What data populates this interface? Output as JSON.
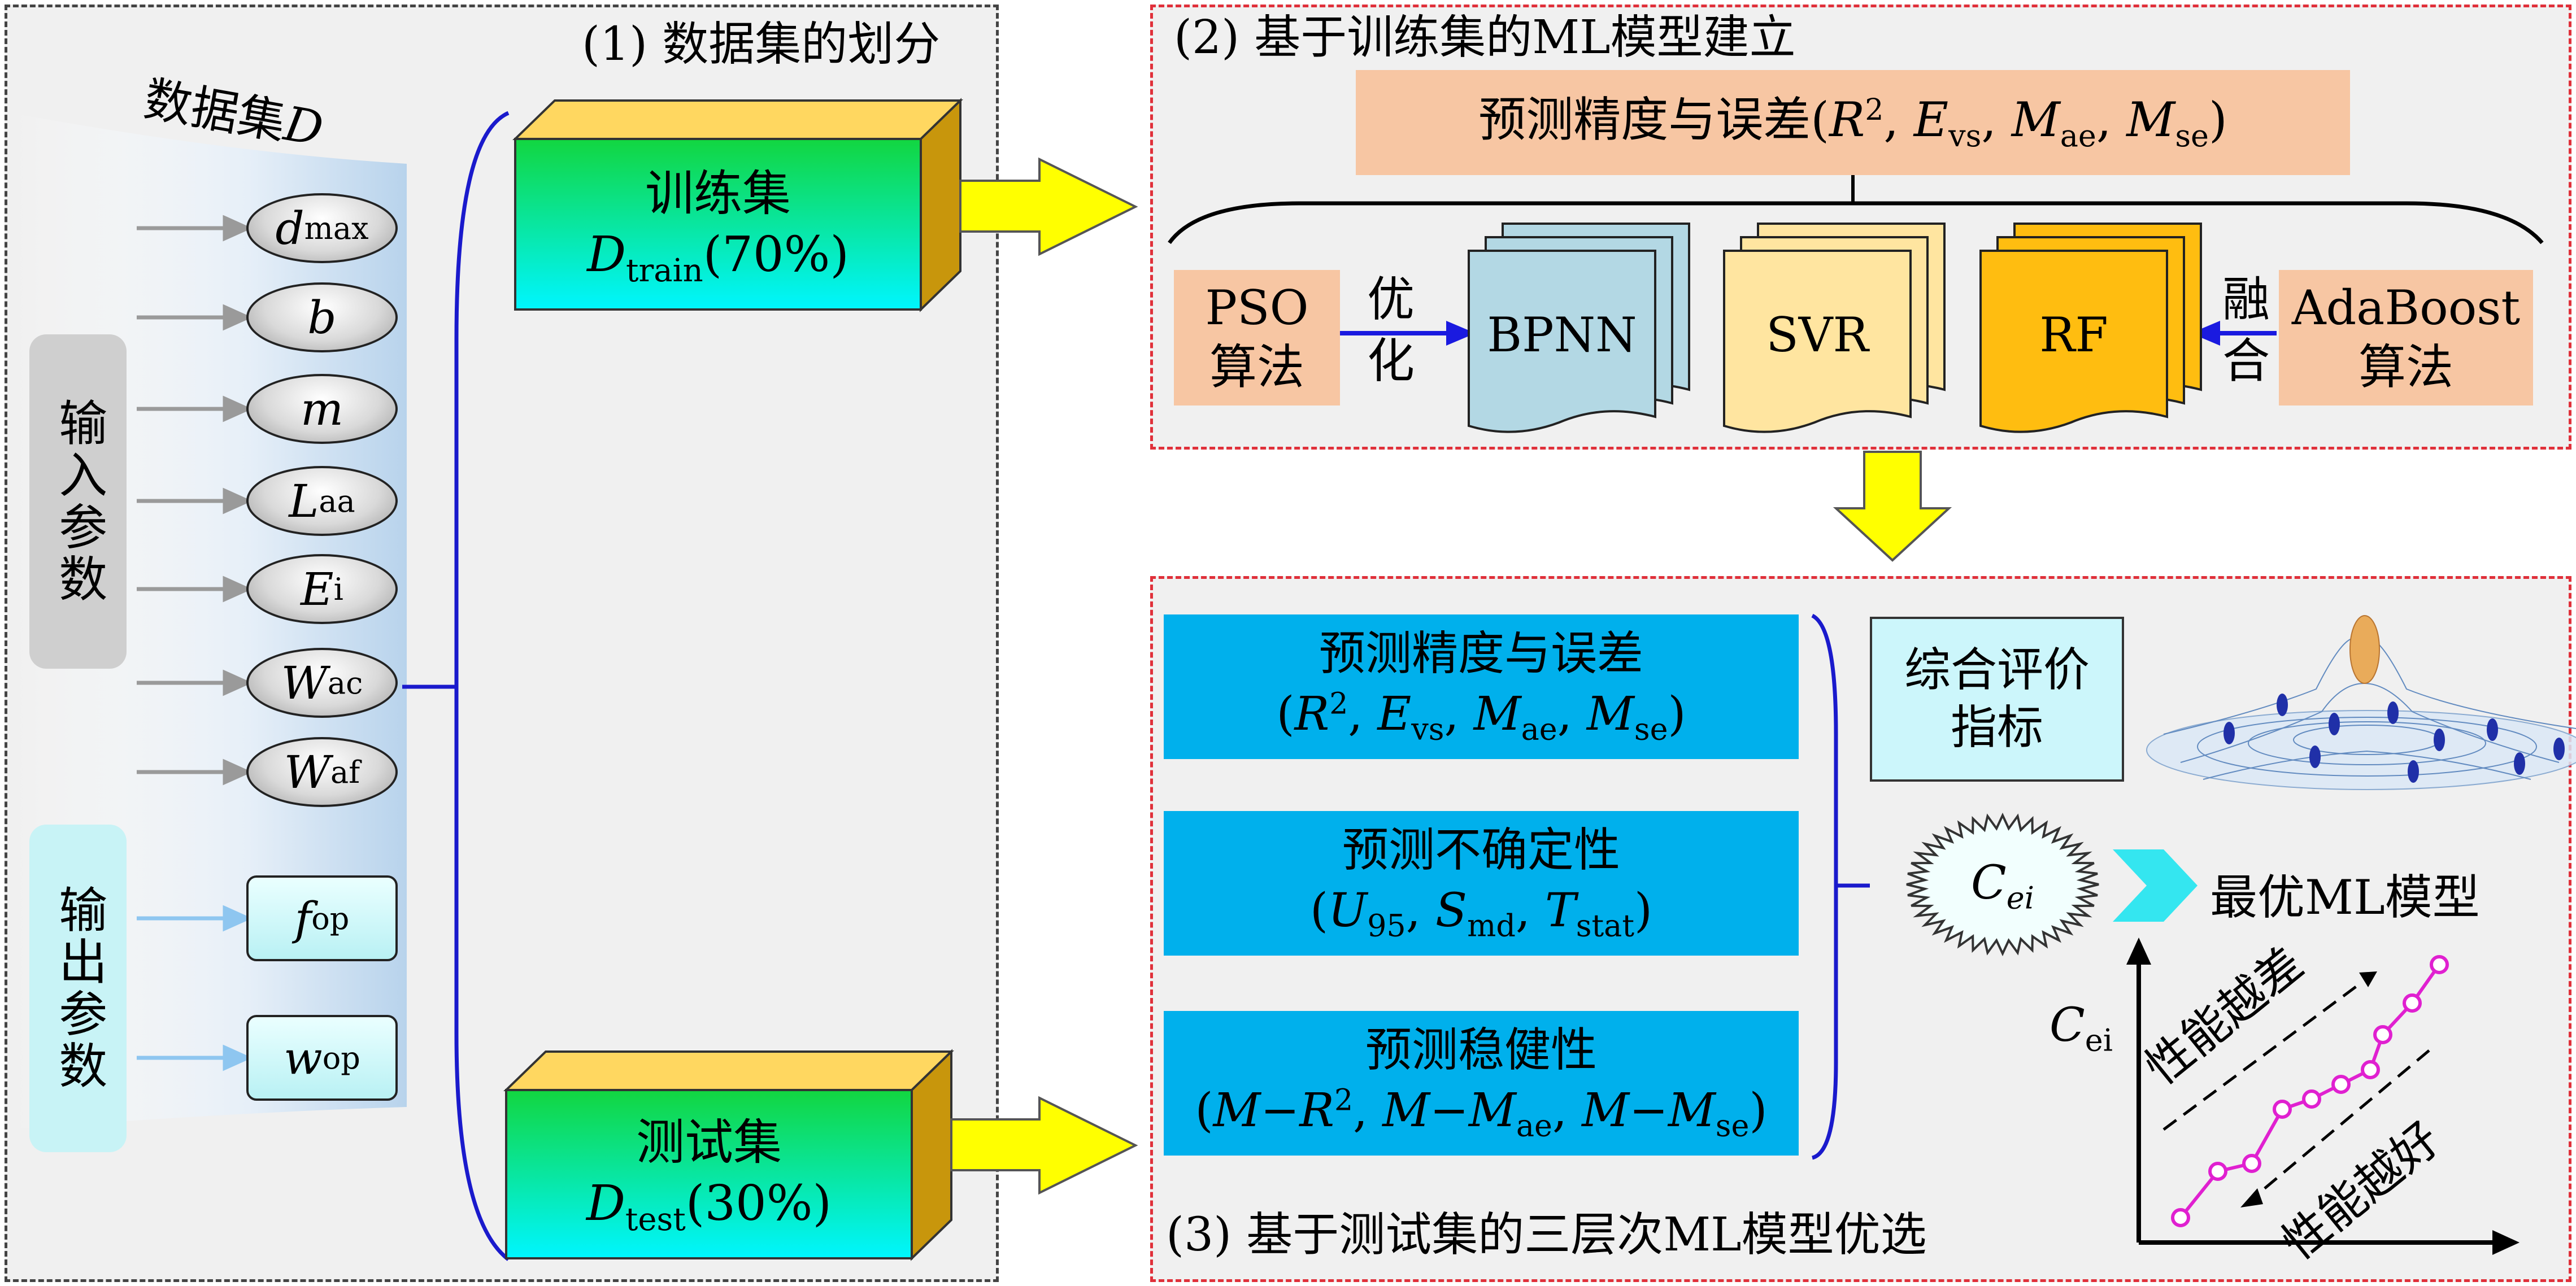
{
  "sections": {
    "split_title": "(1) 数据集的划分",
    "build_title": "(2) 基于训练集的ML模型建立",
    "select_title": "(3) 基于测试集的三层次ML模型优选"
  },
  "dataset": {
    "label": "数据集",
    "label_symbol": "D",
    "input_group": "输入参数",
    "output_group": "输出参数",
    "inputs": [
      {
        "sym": "d",
        "sub": "max"
      },
      {
        "sym": "b",
        "sub": ""
      },
      {
        "sym": "m",
        "sub": ""
      },
      {
        "sym": "L",
        "sub": "aa"
      },
      {
        "sym": "E",
        "sub": "i"
      },
      {
        "sym": "W",
        "sub": "ac"
      },
      {
        "sym": "W",
        "sub": "af"
      }
    ],
    "outputs": [
      {
        "sym": "f",
        "sub": "op"
      },
      {
        "sym": "w",
        "sub": "op"
      }
    ]
  },
  "train_set": {
    "name": "训练集",
    "sym": "D",
    "sub": "train",
    "pct": "(70%)"
  },
  "test_set": {
    "name": "测试集",
    "sym": "D",
    "sub": "test",
    "pct": "(30%)"
  },
  "build": {
    "metric_text": "预测精度与误差",
    "pso_line1": "PSO",
    "pso_line2": "算法",
    "optimize_line1": "优",
    "optimize_line2": "化",
    "models": [
      "BPNN",
      "SVR",
      "RF"
    ],
    "fuse_line1": "融",
    "fuse_line2": "合",
    "ada_line1": "AdaBoost",
    "ada_line2": "算法"
  },
  "selection": {
    "tier1_title": "预测精度与误差",
    "tier2_title": "预测不确定性",
    "tier3_title": "预测稳健性",
    "eval_line1": "综合评价",
    "eval_line2": "指标",
    "best_model": "最优ML模型",
    "cei_sym": "C",
    "cei_sub": "ei",
    "axis_label_sym": "C",
    "axis_label_sub": "ei",
    "worse": "性能越差",
    "better": "性能越好"
  },
  "colors": {
    "panel_bg": "#f0f0f0",
    "blue_box": "#00b0ec",
    "orange_box": "#f7c6a3",
    "bpnn": "#b3d8e4",
    "svr": "#ffe5a0",
    "rf": "#ffbd10",
    "arrow_yellow": "#ffff00",
    "curve_magenta": "#e020d0"
  }
}
